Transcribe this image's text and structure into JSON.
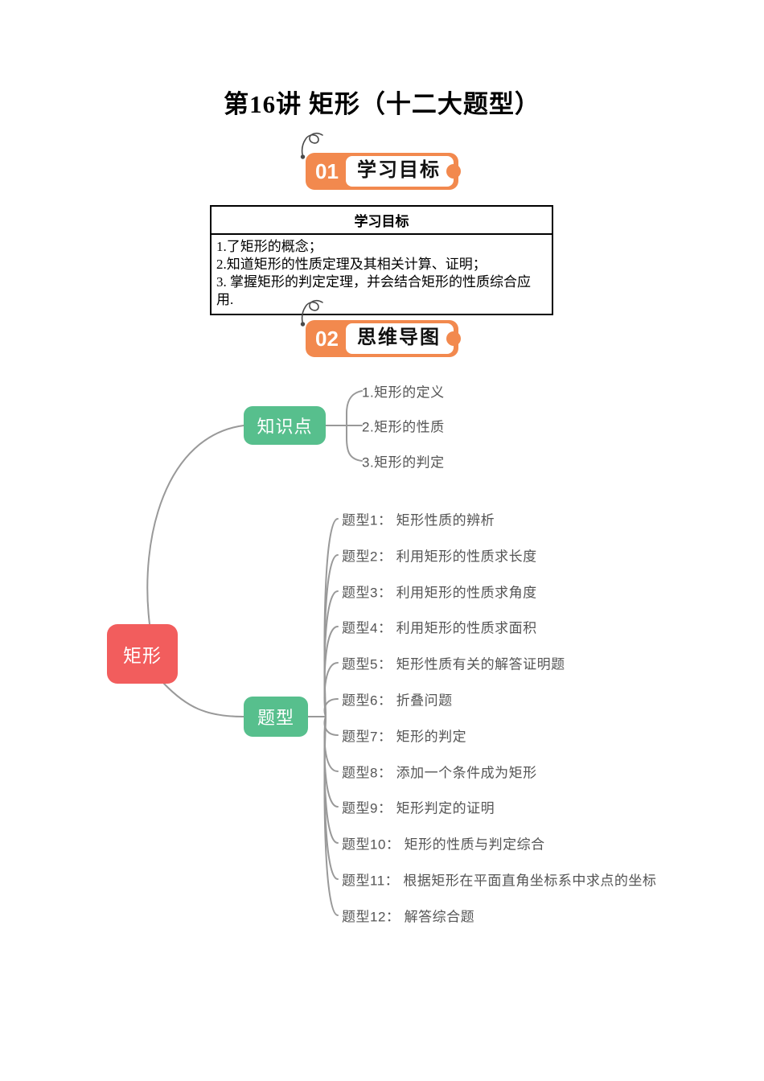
{
  "page": {
    "title": "第16讲 矩形（十二大题型）"
  },
  "sections": [
    {
      "number": "01",
      "label": "学习目标"
    },
    {
      "number": "02",
      "label": "思维导图"
    }
  ],
  "objectives_table": {
    "header": "学习目标",
    "rows": [
      "1.了矩形的概念；",
      "2.知道矩形的性质定理及其相关计算、证明；",
      "3. 掌握矩形的判定定理，并会结合矩形的性质综合应用."
    ]
  },
  "mindmap": {
    "root": "矩形",
    "branches": [
      {
        "label": "知识点",
        "children": [
          "1.矩形的定义",
          "2.矩形的性质",
          "3.矩形的判定"
        ]
      },
      {
        "label": "题型",
        "children": [
          "题型1： 矩形性质的辨析",
          "题型2： 利用矩形的性质求长度",
          "题型3： 利用矩形的性质求角度",
          "题型4： 利用矩形的性质求面积",
          "题型5： 矩形性质有关的解答证明题",
          "题型6： 折叠问题",
          "题型7： 矩形的判定",
          "题型8： 添加一个条件成为矩形",
          "题型9： 矩形判定的证明",
          "题型10： 矩形的性质与判定综合",
          "题型11： 根据矩形在平面直角坐标系中求点的坐标",
          "题型12： 解答综合题"
        ]
      }
    ],
    "colors": {
      "root_node": "#F25D5D",
      "branch_node": "#57BF8D",
      "connector_line": "#999999",
      "badge_orange": "#F2894E"
    }
  }
}
